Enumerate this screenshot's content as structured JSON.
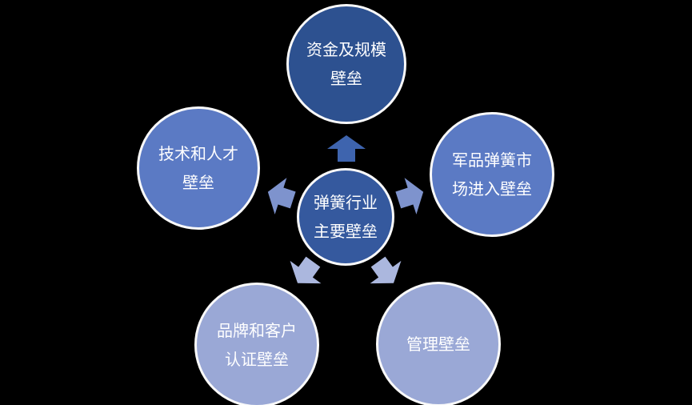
{
  "diagram": {
    "title_semantic": "spring-industry-main-barriers-radial-diagram",
    "background": "#000000",
    "ring_color": "#fafafa",
    "text_color": "#ffffff",
    "center": {
      "lines": [
        "弹簧行业",
        "主要壁垒"
      ],
      "color": "#35599e"
    },
    "nodes": [
      {
        "id": "top",
        "lines": [
          "资金及规模",
          "壁垒"
        ],
        "color": "#2d5190"
      },
      {
        "id": "left",
        "lines": [
          "技术和人才",
          "壁垒"
        ],
        "color": "#5b7ac4"
      },
      {
        "id": "right",
        "lines": [
          "军品弹簧市",
          "场进入壁垒"
        ],
        "color": "#5b7ac4"
      },
      {
        "id": "bottom-left",
        "lines": [
          "品牌和客户",
          "认证壁垒"
        ],
        "color": "#9aa8d6"
      },
      {
        "id": "bottom-right",
        "lines": [
          "管理壁垒"
        ],
        "color": "#9aa8d6"
      }
    ],
    "arrows": [
      {
        "direction": "up",
        "color": "#3e64ae"
      },
      {
        "direction": "up-left",
        "color": "#7e93cd"
      },
      {
        "direction": "up-right",
        "color": "#7e93cd"
      },
      {
        "direction": "down-left",
        "color": "#abb7de"
      },
      {
        "direction": "down-right",
        "color": "#abb7de"
      }
    ]
  }
}
